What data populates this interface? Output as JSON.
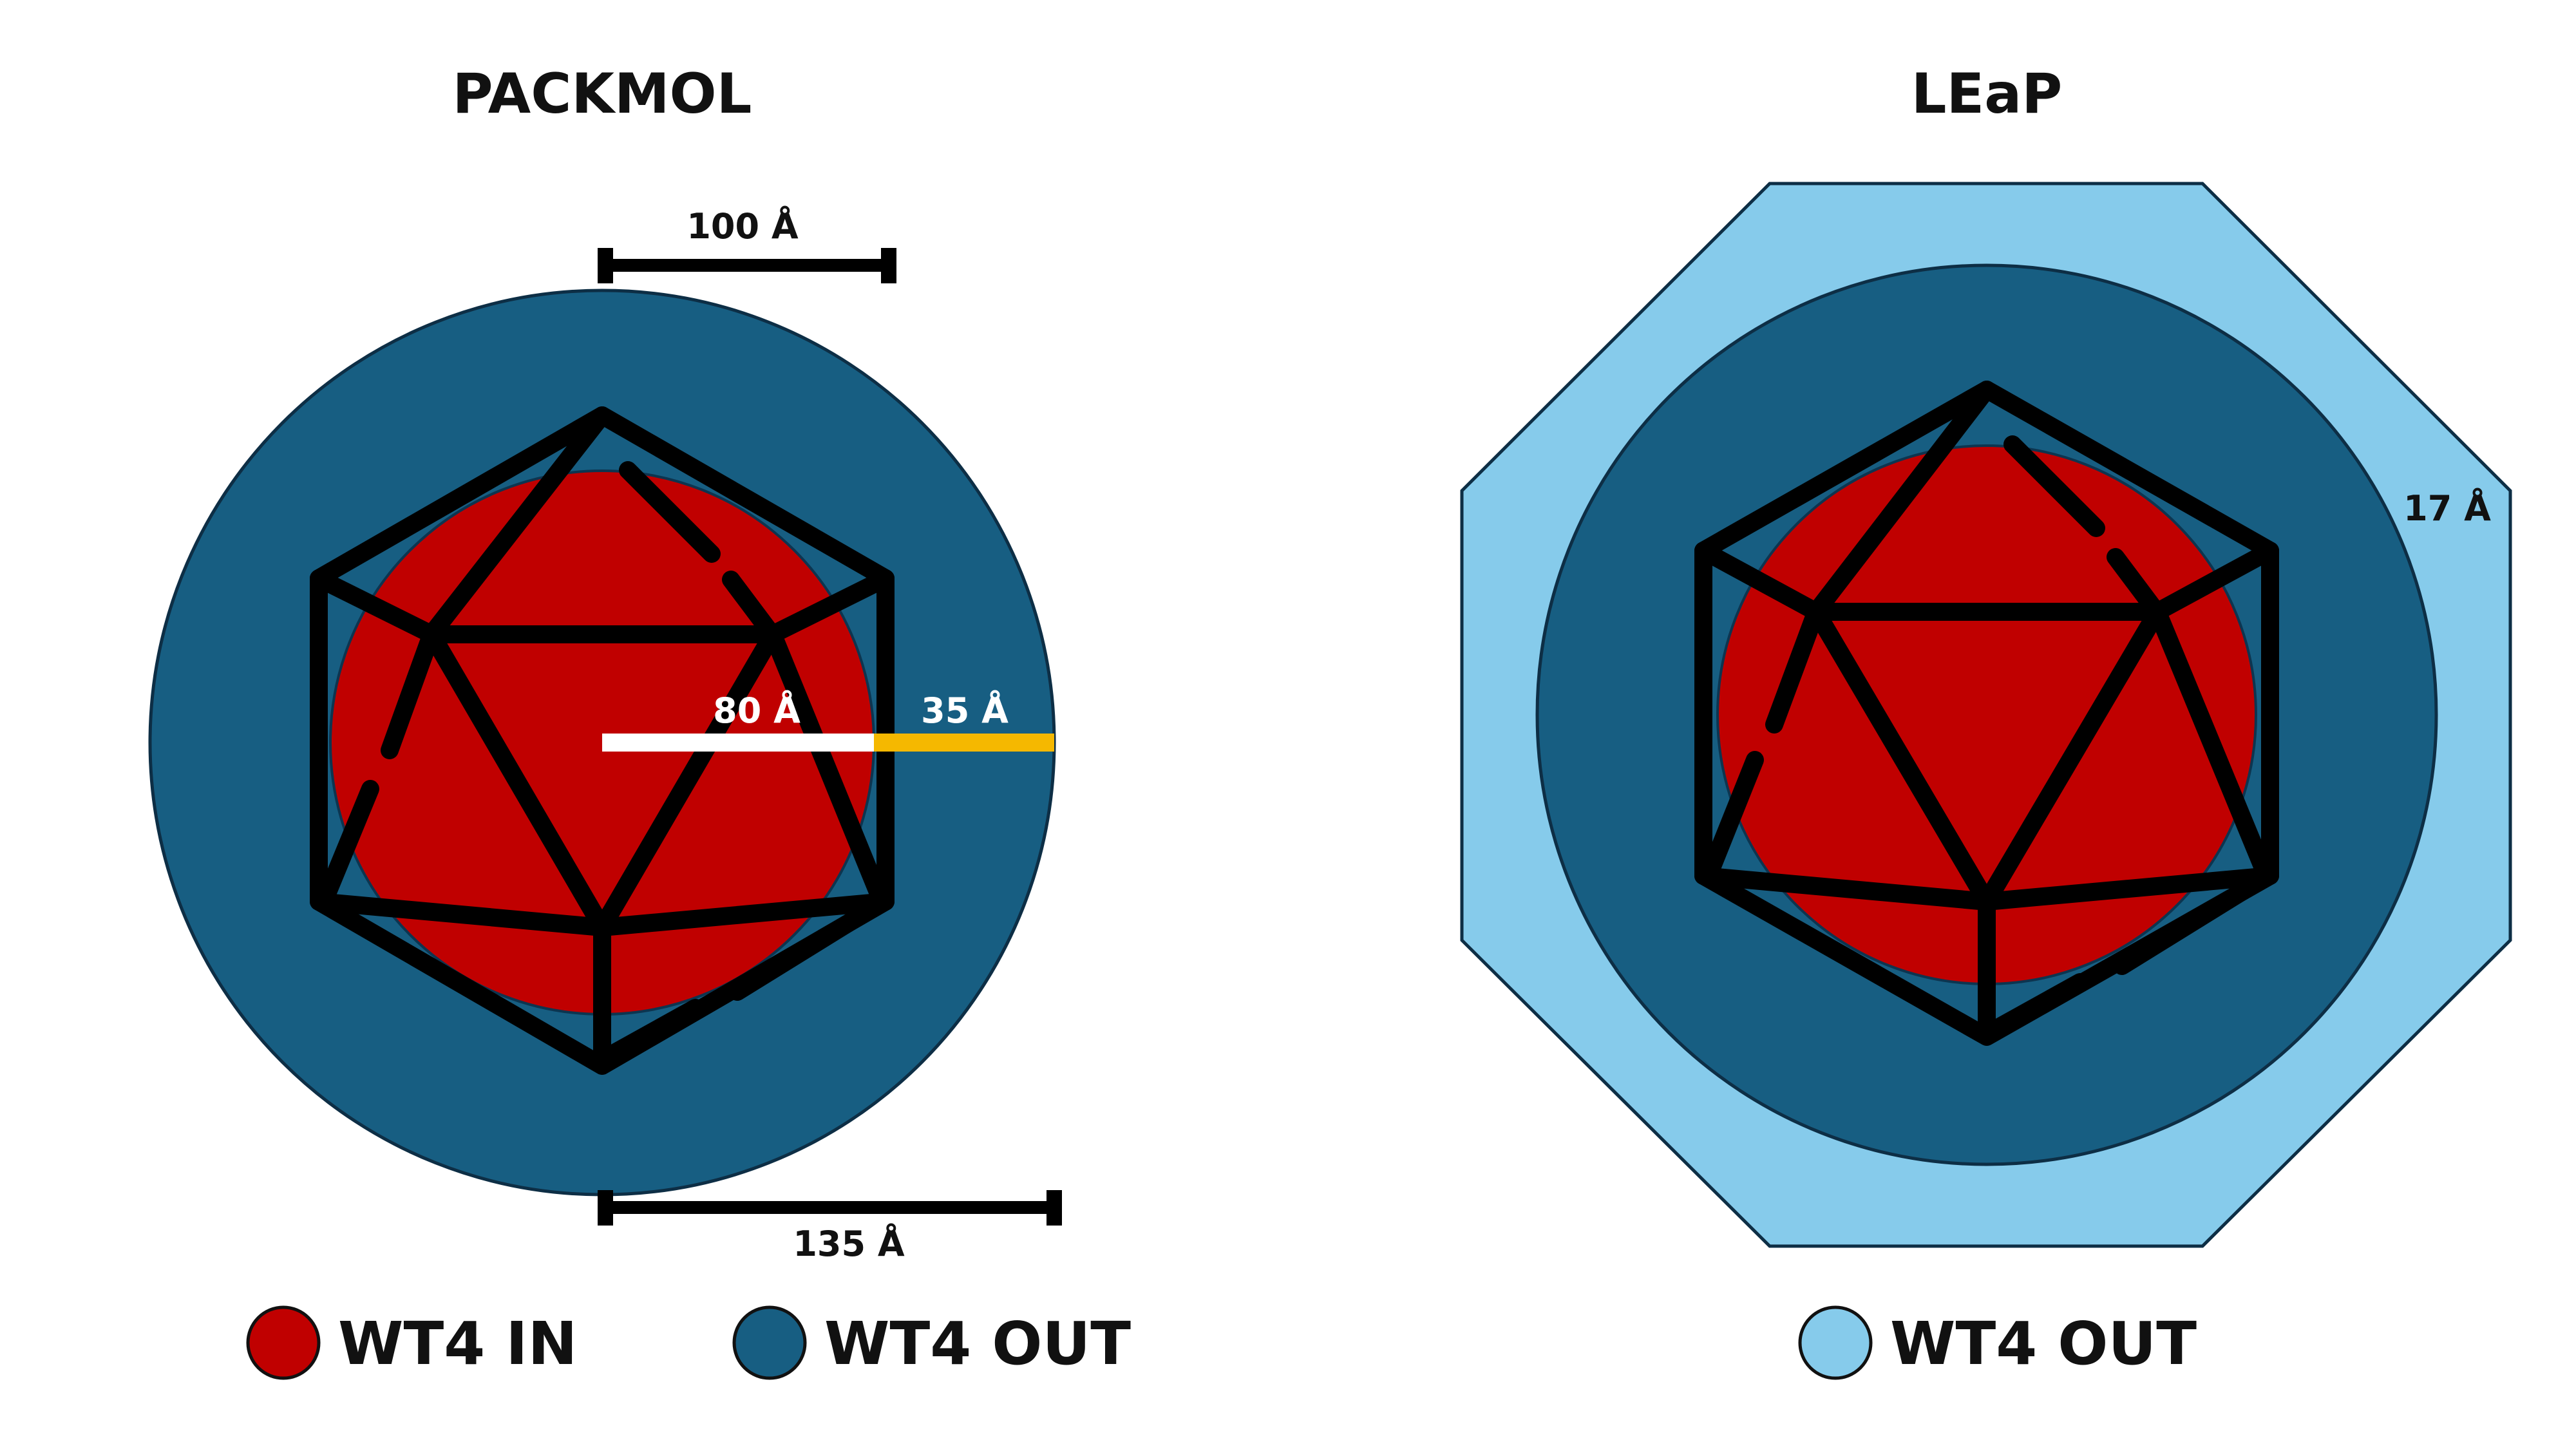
{
  "panels": {
    "packmol": {
      "title": "PACKMOL",
      "dim_top": "100 Å",
      "dim_bottom": "135 Å",
      "radius_label": "80 Å",
      "shell_label": "35 Å"
    },
    "leap": {
      "title": "LEaP",
      "shell_label": "17 Å"
    }
  },
  "legend": {
    "packmol": [
      {
        "label": "WT4 IN",
        "color": "#c00000"
      },
      {
        "label": "WT4 OUT",
        "color": "#175e82"
      }
    ],
    "leap": [
      {
        "label": "WT4 OUT",
        "color": "#86cbeb"
      }
    ]
  },
  "colors": {
    "wt4_in": "#c00000",
    "wt4_out": "#175e82",
    "leap_out": "#86cbeb",
    "radius_bar": "#ffffff",
    "shell_bar": "#f5b800",
    "capsid_lines": "#000000"
  }
}
